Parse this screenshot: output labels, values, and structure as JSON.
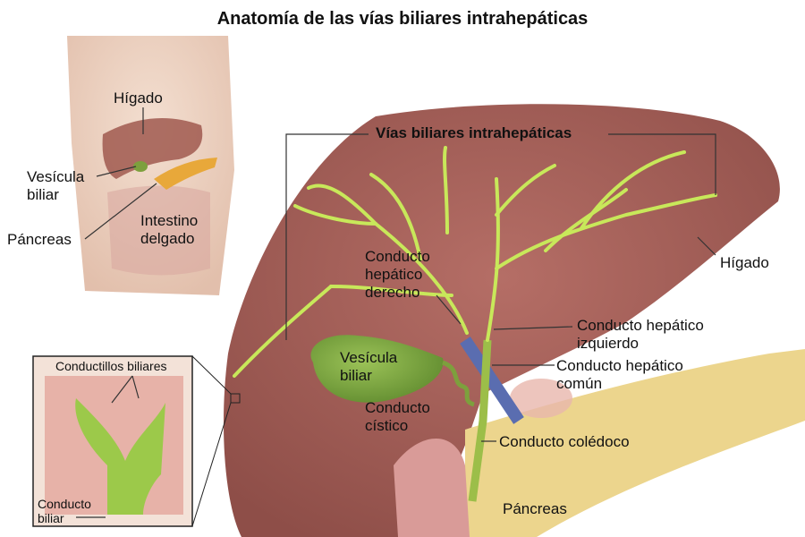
{
  "title": "Anatomía de las vías biliares intrahepáticas",
  "torso_labels": {
    "liver": "Hígado",
    "gallbladder": "Vesícula\nbiliar",
    "small_intestine": "Intestino\ndelgado",
    "pancreas": "Páncreas"
  },
  "main_labels": {
    "intrahepatic_ducts": "Vías biliares intrahepáticas",
    "liver": "Hígado",
    "right_hepatic_duct": "Conducto\nhepático\nderecho",
    "left_hepatic_duct": "Conducto hepático\nizquierdo",
    "common_hepatic_duct": "Conducto hepático\ncomún",
    "gallbladder": "Vesícula\nbiliar",
    "cystic_duct": "Conducto\ncístico",
    "common_bile_duct": "Conducto colédoco",
    "pancreas": "Páncreas"
  },
  "inset_labels": {
    "bile_ductules": "Conductillos biliares",
    "bile_duct": "Conducto\nbiliar"
  },
  "colors": {
    "liver": "#a7625a",
    "bile_duct": "#c8e85a",
    "gallbladder": "#7fa63f",
    "pancreas": "#ecd58d",
    "skin": "#e8c8b4"
  }
}
